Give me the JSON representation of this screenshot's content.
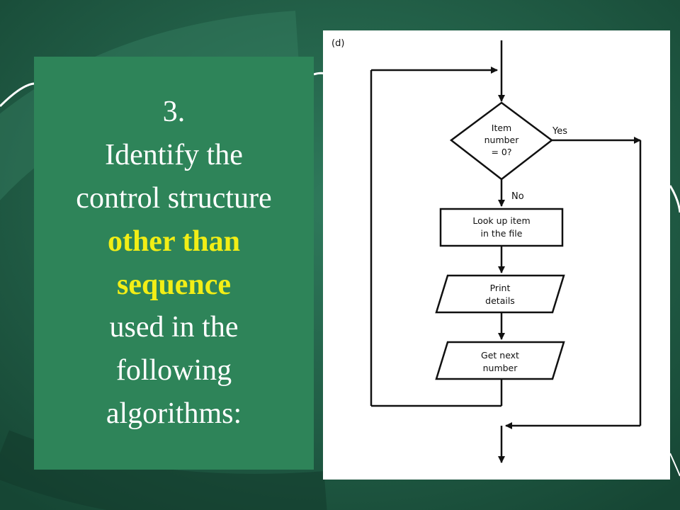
{
  "slide": {
    "colors": {
      "background": "#1f5a44",
      "box": "#2e8459",
      "text": "#ffffff",
      "highlight": "#f2ee16"
    },
    "question": {
      "number": "3.",
      "line1": "Identify the",
      "line2": "control structure",
      "highlight1": "other than",
      "highlight2": "sequence",
      "line3": "used in the",
      "line4": "following",
      "line5": "algorithms:"
    }
  },
  "flowchart": {
    "panel_label": "(d)",
    "decision": {
      "line1": "Item",
      "line2": "number",
      "line3": "= 0?"
    },
    "yes_label": "Yes",
    "no_label": "No",
    "process": {
      "line1": "Look up item",
      "line2": "in the file"
    },
    "print_io": {
      "line1": "Print",
      "line2": "details"
    },
    "next_io": {
      "line1": "Get next",
      "line2": "number"
    }
  }
}
